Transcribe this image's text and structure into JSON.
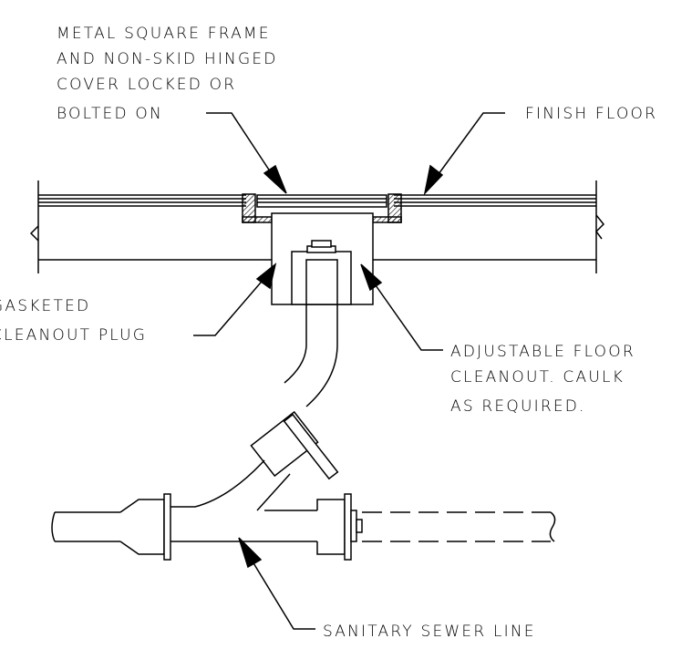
{
  "labels": {
    "frame": [
      "METAL SQUARE FRAME",
      "AND NON-SKID HINGED",
      "COVER LOCKED OR",
      "BOLTED ON"
    ],
    "finish_floor": "FINISH FLOOR",
    "plug": [
      "GASKETED",
      "CLEANOUT PLUG"
    ],
    "adjustable": [
      "ADJUSTABLE FLOOR",
      "CLEANOUT. CAULK",
      "AS REQUIRED."
    ],
    "sewer": "SANITARY SEWER LINE"
  },
  "colors": {
    "line": "#000000",
    "background": "#ffffff"
  }
}
